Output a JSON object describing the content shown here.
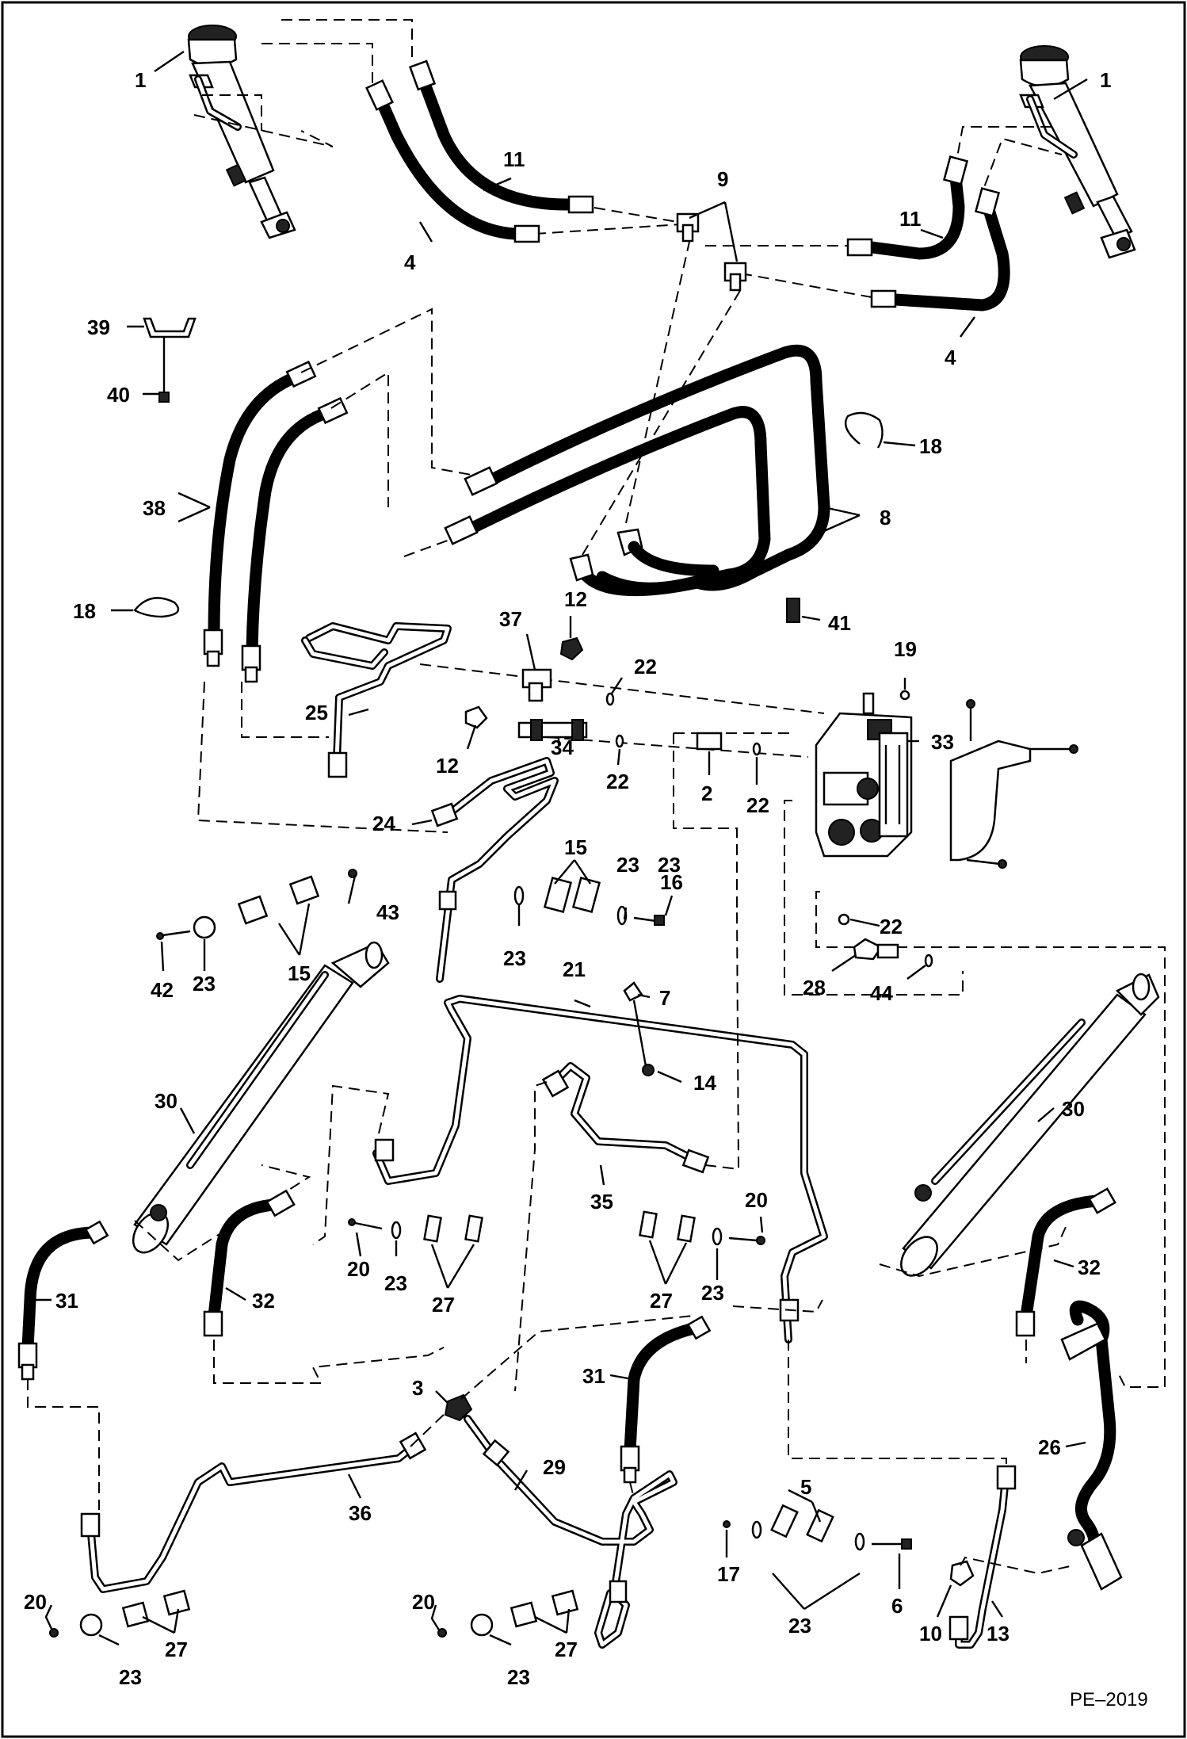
{
  "drawing_ref": "PE–2019",
  "callouts": [
    {
      "id": "c1a",
      "text": "1"
    },
    {
      "id": "c1b",
      "text": "1"
    },
    {
      "id": "c2",
      "text": "2"
    },
    {
      "id": "c3",
      "text": "3"
    },
    {
      "id": "c4a",
      "text": "4"
    },
    {
      "id": "c4b",
      "text": "4"
    },
    {
      "id": "c5",
      "text": "5"
    },
    {
      "id": "c6",
      "text": "6"
    },
    {
      "id": "c7",
      "text": "7"
    },
    {
      "id": "c8",
      "text": "8"
    },
    {
      "id": "c9",
      "text": "9"
    },
    {
      "id": "c10",
      "text": "10"
    },
    {
      "id": "c11a",
      "text": "11"
    },
    {
      "id": "c11b",
      "text": "11"
    },
    {
      "id": "c12a",
      "text": "12"
    },
    {
      "id": "c12b",
      "text": "12"
    },
    {
      "id": "c13",
      "text": "13"
    },
    {
      "id": "c14",
      "text": "14"
    },
    {
      "id": "c15a",
      "text": "15"
    },
    {
      "id": "c15b",
      "text": "15"
    },
    {
      "id": "c16",
      "text": "16"
    },
    {
      "id": "c17",
      "text": "17"
    },
    {
      "id": "c18a",
      "text": "18"
    },
    {
      "id": "c18b",
      "text": "18"
    },
    {
      "id": "c19",
      "text": "19"
    },
    {
      "id": "c20a",
      "text": "20"
    },
    {
      "id": "c20b",
      "text": "20"
    },
    {
      "id": "c20c",
      "text": "20"
    },
    {
      "id": "c20d",
      "text": "20"
    },
    {
      "id": "c21",
      "text": "21"
    },
    {
      "id": "c22a",
      "text": "22"
    },
    {
      "id": "c22b",
      "text": "22"
    },
    {
      "id": "c22c",
      "text": "22"
    },
    {
      "id": "c22d",
      "text": "22"
    },
    {
      "id": "c23a",
      "text": "23"
    },
    {
      "id": "c23b",
      "text": "23"
    },
    {
      "id": "c23c",
      "text": "23"
    },
    {
      "id": "c23d",
      "text": "23"
    },
    {
      "id": "c23e",
      "text": "23"
    },
    {
      "id": "c23f",
      "text": "23"
    },
    {
      "id": "c23g",
      "text": "23"
    },
    {
      "id": "c23h",
      "text": "23"
    },
    {
      "id": "c23i",
      "text": "23"
    },
    {
      "id": "c24",
      "text": "24"
    },
    {
      "id": "c25",
      "text": "25"
    },
    {
      "id": "c26",
      "text": "26"
    },
    {
      "id": "c27a",
      "text": "27"
    },
    {
      "id": "c27b",
      "text": "27"
    },
    {
      "id": "c27c",
      "text": "27"
    },
    {
      "id": "c27d",
      "text": "27"
    },
    {
      "id": "c28",
      "text": "28"
    },
    {
      "id": "c29",
      "text": "29"
    },
    {
      "id": "c30a",
      "text": "30"
    },
    {
      "id": "c30b",
      "text": "30"
    },
    {
      "id": "c31a",
      "text": "31"
    },
    {
      "id": "c31b",
      "text": "31"
    },
    {
      "id": "c32a",
      "text": "32"
    },
    {
      "id": "c32b",
      "text": "32"
    },
    {
      "id": "c33",
      "text": "33"
    },
    {
      "id": "c34",
      "text": "34"
    },
    {
      "id": "c35",
      "text": "35"
    },
    {
      "id": "c36",
      "text": "36"
    },
    {
      "id": "c37",
      "text": "37"
    },
    {
      "id": "c38",
      "text": "38"
    },
    {
      "id": "c39",
      "text": "39"
    },
    {
      "id": "c40",
      "text": "40"
    },
    {
      "id": "c41",
      "text": "41"
    },
    {
      "id": "c42",
      "text": "42"
    },
    {
      "id": "c43",
      "text": "43"
    },
    {
      "id": "c44",
      "text": "44"
    }
  ]
}
